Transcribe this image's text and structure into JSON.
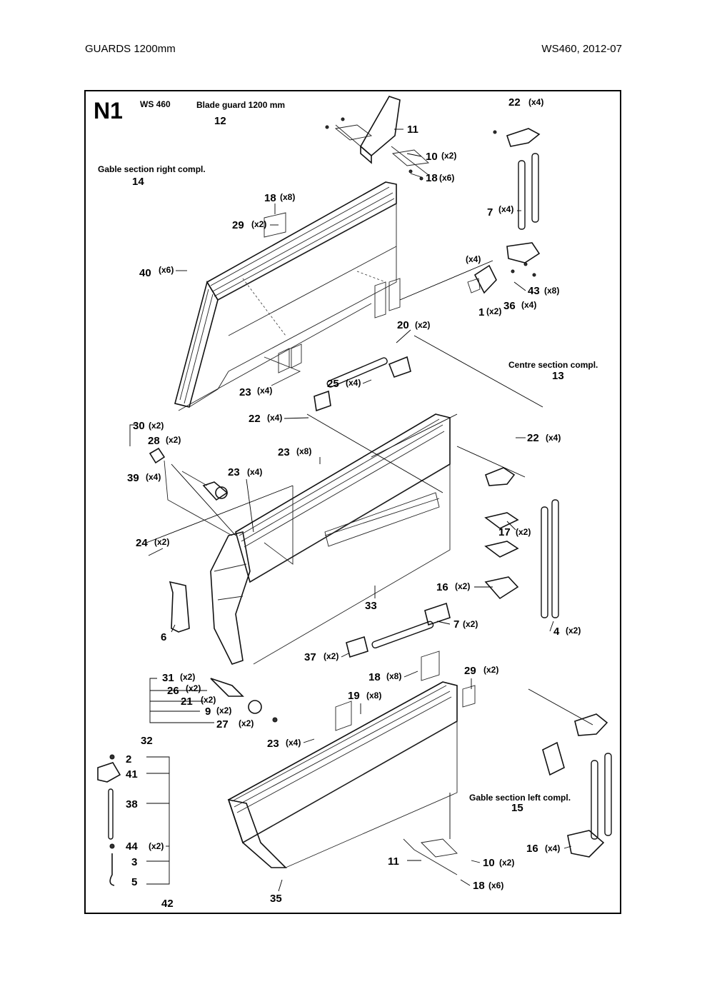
{
  "header": {
    "left": "GUARDS 1200mm",
    "right": "WS460, 2012-07"
  },
  "panel": {
    "id": "N1",
    "model": "WS 460",
    "assemblies": [
      {
        "name": "Blade guard 1200 mm",
        "number": "12"
      },
      {
        "name": "Gable section right compl.",
        "number": "14"
      },
      {
        "name": "Centre section compl.",
        "number": "13"
      },
      {
        "name": "Gable section left compl.",
        "number": "15"
      }
    ]
  },
  "callouts": [
    {
      "num": "22",
      "qty": "(x4)"
    },
    {
      "num": "11",
      "qty": ""
    },
    {
      "num": "10",
      "qty": "(x2)"
    },
    {
      "num": "18",
      "qty": "(x6)"
    },
    {
      "num": "18",
      "qty": "(x8)"
    },
    {
      "num": "7",
      "qty": "(x4)"
    },
    {
      "num": "29",
      "qty": "(x2)"
    },
    {
      "num": "",
      "qty": "(x4)"
    },
    {
      "num": "40",
      "qty": "(x6)"
    },
    {
      "num": "43",
      "qty": "(x8)"
    },
    {
      "num": "1",
      "qty": "(x2)"
    },
    {
      "num": "36",
      "qty": "(x4)"
    },
    {
      "num": "20",
      "qty": "(x2)"
    },
    {
      "num": "25",
      "qty": "(x4)"
    },
    {
      "num": "23",
      "qty": "(x4)"
    },
    {
      "num": "22",
      "qty": "(x4)"
    },
    {
      "num": "22",
      "qty": "(x4)"
    },
    {
      "num": "30",
      "qty": "(x2)"
    },
    {
      "num": "28",
      "qty": "(x2)"
    },
    {
      "num": "23",
      "qty": "(x8)"
    },
    {
      "num": "23",
      "qty": "(x4)"
    },
    {
      "num": "39",
      "qty": "(x4)"
    },
    {
      "num": "17",
      "qty": "(x2)"
    },
    {
      "num": "24",
      "qty": "(x2)"
    },
    {
      "num": "16",
      "qty": "(x2)"
    },
    {
      "num": "33",
      "qty": ""
    },
    {
      "num": "6",
      "qty": ""
    },
    {
      "num": "7",
      "qty": "(x2)"
    },
    {
      "num": "4",
      "qty": "(x2)"
    },
    {
      "num": "37",
      "qty": "(x2)"
    },
    {
      "num": "31",
      "qty": "(x2)"
    },
    {
      "num": "18",
      "qty": "(x8)"
    },
    {
      "num": "29",
      "qty": "(x2)"
    },
    {
      "num": "26",
      "qty": "(x2)"
    },
    {
      "num": "21",
      "qty": "(x2)"
    },
    {
      "num": "19",
      "qty": "(x8)"
    },
    {
      "num": "9",
      "qty": "(x2)"
    },
    {
      "num": "27",
      "qty": "(x2)"
    },
    {
      "num": "32",
      "qty": ""
    },
    {
      "num": "23",
      "qty": "(x4)"
    },
    {
      "num": "2",
      "qty": ""
    },
    {
      "num": "41",
      "qty": ""
    },
    {
      "num": "38",
      "qty": ""
    },
    {
      "num": "44",
      "qty": "(x2)"
    },
    {
      "num": "3",
      "qty": ""
    },
    {
      "num": "5",
      "qty": ""
    },
    {
      "num": "42",
      "qty": ""
    },
    {
      "num": "11",
      "qty": ""
    },
    {
      "num": "10",
      "qty": "(x2)"
    },
    {
      "num": "18",
      "qty": "(x6)"
    },
    {
      "num": "16",
      "qty": "(x4)"
    },
    {
      "num": "35",
      "qty": ""
    }
  ]
}
